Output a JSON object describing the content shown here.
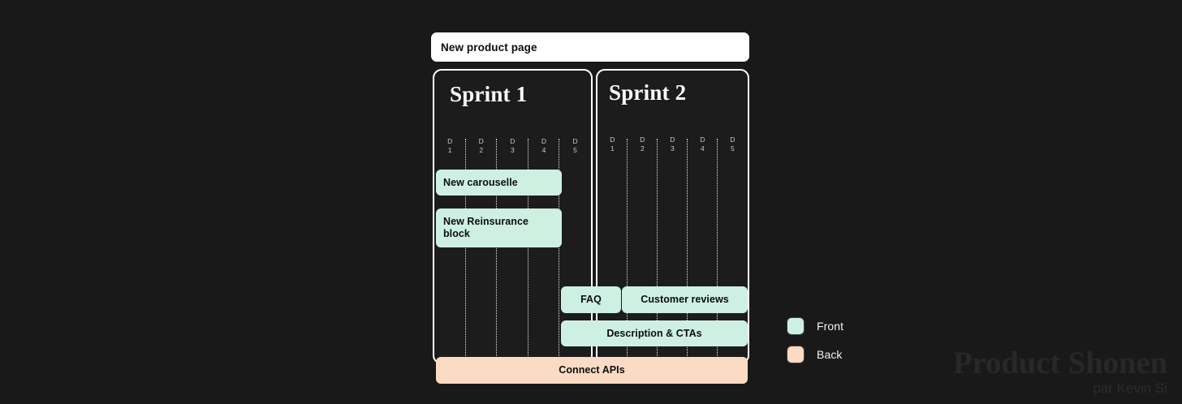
{
  "theme": {
    "background": "#191919",
    "panel_bg": "#1c1c1c",
    "panel_border": "#ffffff",
    "front_color": "#cdf0e3",
    "back_color": "#fbdbc3",
    "title_bar_bg": "#ffffff",
    "title_text_color": "#0d0d0d",
    "day_label_color": "#c9c9c9"
  },
  "board": {
    "title": "New product page",
    "sprints": [
      {
        "name": "Sprint 1",
        "days": [
          {
            "letter": "D",
            "number": "1"
          },
          {
            "letter": "D",
            "number": "2"
          },
          {
            "letter": "D",
            "number": "3"
          },
          {
            "letter": "D",
            "number": "4"
          },
          {
            "letter": "D",
            "number": "5"
          }
        ]
      },
      {
        "name": "Sprint 2",
        "days": [
          {
            "letter": "D",
            "number": "1"
          },
          {
            "letter": "D",
            "number": "2"
          },
          {
            "letter": "D",
            "number": "3"
          },
          {
            "letter": "D",
            "number": "4"
          },
          {
            "letter": "D",
            "number": "5"
          }
        ]
      }
    ],
    "tasks": [
      {
        "label": "New carouselle",
        "category": "Front",
        "sprint": "Sprint 1",
        "start_day": "D1",
        "end_day": "D4"
      },
      {
        "label": "New Reinsurance block",
        "category": "Front",
        "sprint": "Sprint 1",
        "start_day": "D1",
        "end_day": "D4"
      },
      {
        "label": "FAQ",
        "category": "Front",
        "sprint": "Sprint 1",
        "start_day": "D5",
        "end_day": "D5"
      },
      {
        "label": "Customer reviews",
        "category": "Front",
        "sprint": "Sprint 2",
        "start_day": "D1",
        "end_day": "D5"
      },
      {
        "label": "Description & CTAs",
        "category": "Front",
        "sprint": "Sprint 1",
        "start_day": "D5",
        "end_day": "D5"
      },
      {
        "label": "Connect APIs",
        "category": "Back",
        "sprint": "Sprint 1",
        "start_day": "D1",
        "end_day": "D5"
      }
    ]
  },
  "legend": {
    "items": [
      {
        "label": "Front",
        "color": "#cdf0e3"
      },
      {
        "label": "Back",
        "color": "#fbdbc3"
      }
    ]
  },
  "watermark": {
    "title": "Product Shonen",
    "subtitle": "par Kevin Si"
  }
}
